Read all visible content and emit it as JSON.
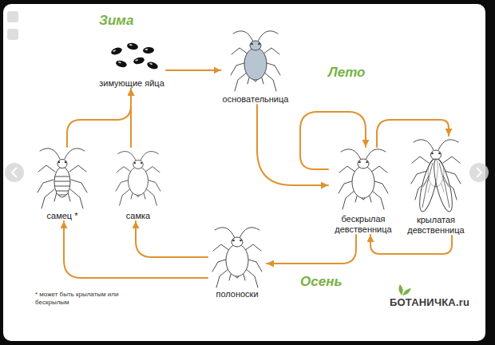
{
  "diagram": {
    "nodes": [
      {
        "text": [
          "зимующие яйца"
        ]
      },
      {
        "text": [
          "основательница"
        ]
      },
      {
        "text": [
          "бескрылая девственница"
        ]
      },
      {
        "text": [
          "крылатая девственница"
        ]
      },
      {
        "text": [
          "полоноски"
        ]
      },
      {
        "text": [
          "самка"
        ]
      },
      {
        "text": [
          "самец *"
        ]
      }
    ],
    "edges": [
      {
        "from": 0,
        "to": 1,
        "arrow": "to"
      },
      {
        "from": 1,
        "to": 2,
        "arrow": "to"
      },
      {
        "from": 2,
        "to": 2,
        "arrow": "to"
      },
      {
        "from": 2,
        "to": 3,
        "arrow": "to"
      },
      {
        "from": 3,
        "to": 2,
        "arrow": "to"
      },
      {
        "from": 2,
        "to": 4,
        "arrow": "to"
      },
      {
        "from": 4,
        "to": 5,
        "arrow": "to"
      },
      {
        "from": 4,
        "to": 6,
        "arrow": "to"
      },
      {
        "from": 6,
        "to": 0,
        "arrow": "to"
      },
      {
        "from": 5,
        "to": 0,
        "arrow": "to"
      }
    ],
    "labels": [
      "Зима",
      "Лето",
      "Осень",
      "* может быть крылатым или бескрылым",
      "БОТАНИЧКА.ru"
    ]
  }
}
